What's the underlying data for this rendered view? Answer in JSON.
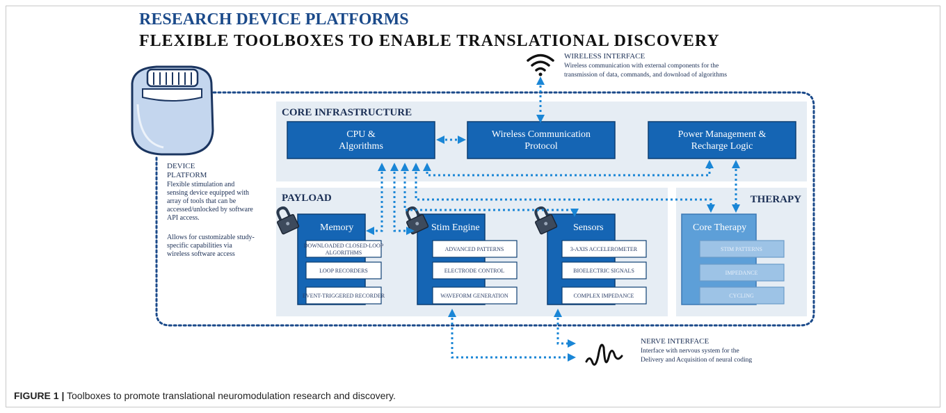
{
  "title": "RESEARCH DEVICE PLATFORMS",
  "subtitle": "FLEXIBLE TOOLBOXES TO ENABLE TRANSLATIONAL DISCOVERY",
  "wireless_interface": {
    "heading": "WIRELESS INTERFACE",
    "line1": "Wireless communication with external components for the",
    "line2": "transmission of data, commands, and download of algorithms"
  },
  "device_platform": {
    "heading1": "DEVICE",
    "heading2": "PLATFORM",
    "desc_lines": [
      "Flexible stimulation and",
      "sensing device equipped with",
      "array of tools that can be",
      "accessed/unlocked by software",
      "API access."
    ],
    "desc2_lines": [
      "Allows for customizable study-",
      "specific capabilities via",
      "wireless software access"
    ]
  },
  "core_infrastructure": {
    "label": "CORE INFRASTRUCTURE",
    "cpu": {
      "line1": "CPU &",
      "line2": "Algorithms"
    },
    "wireless": {
      "line1": "Wireless Communication",
      "line2": "Protocol"
    },
    "power": {
      "line1": "Power Management &",
      "line2": "Recharge Logic"
    }
  },
  "payload": {
    "label": "PAYLOAD",
    "modules": [
      {
        "name": "Memory",
        "items": [
          [
            "DOWNLOADED CLOSED-LOOP",
            "ALGORITHMS"
          ],
          [
            "LOOP RECORDERS"
          ],
          [
            "EVENT-TRIGGERED RECORDER"
          ]
        ]
      },
      {
        "name": "Stim Engine",
        "items": [
          [
            "ADVANCED PATTERNS"
          ],
          [
            "ELECTRODE CONTROL"
          ],
          [
            "WAVEFORM GENERATION"
          ]
        ]
      },
      {
        "name": "Sensors",
        "items": [
          [
            "3-AXIS ACCELEROMETER"
          ],
          [
            "BIOELECTRIC SIGNALS"
          ],
          [
            "COMPLEX IMPEDANCE"
          ]
        ]
      }
    ]
  },
  "therapy": {
    "label": "THERAPY",
    "module": {
      "name": "Core Therapy",
      "items": [
        "STIM PATTERNS",
        "IMPEDANCE",
        "CYCLING"
      ]
    }
  },
  "nerve_interface": {
    "heading": "NERVE INTERFACE",
    "line1": "Interface with nervous system for the",
    "line2": "Delivery and Acquisition of neural coding"
  },
  "caption": {
    "label": "FIGURE 1 |",
    "text": " Toolboxes to promote translational neuromodulation research and discovery."
  },
  "colors": {
    "title_blue": "#1b4a8a",
    "box_blue": "#1565b4",
    "panel_bg": "#e6edf4",
    "arrow_blue": "#1a86d6",
    "therapy_blue": "#5d9fd8"
  }
}
